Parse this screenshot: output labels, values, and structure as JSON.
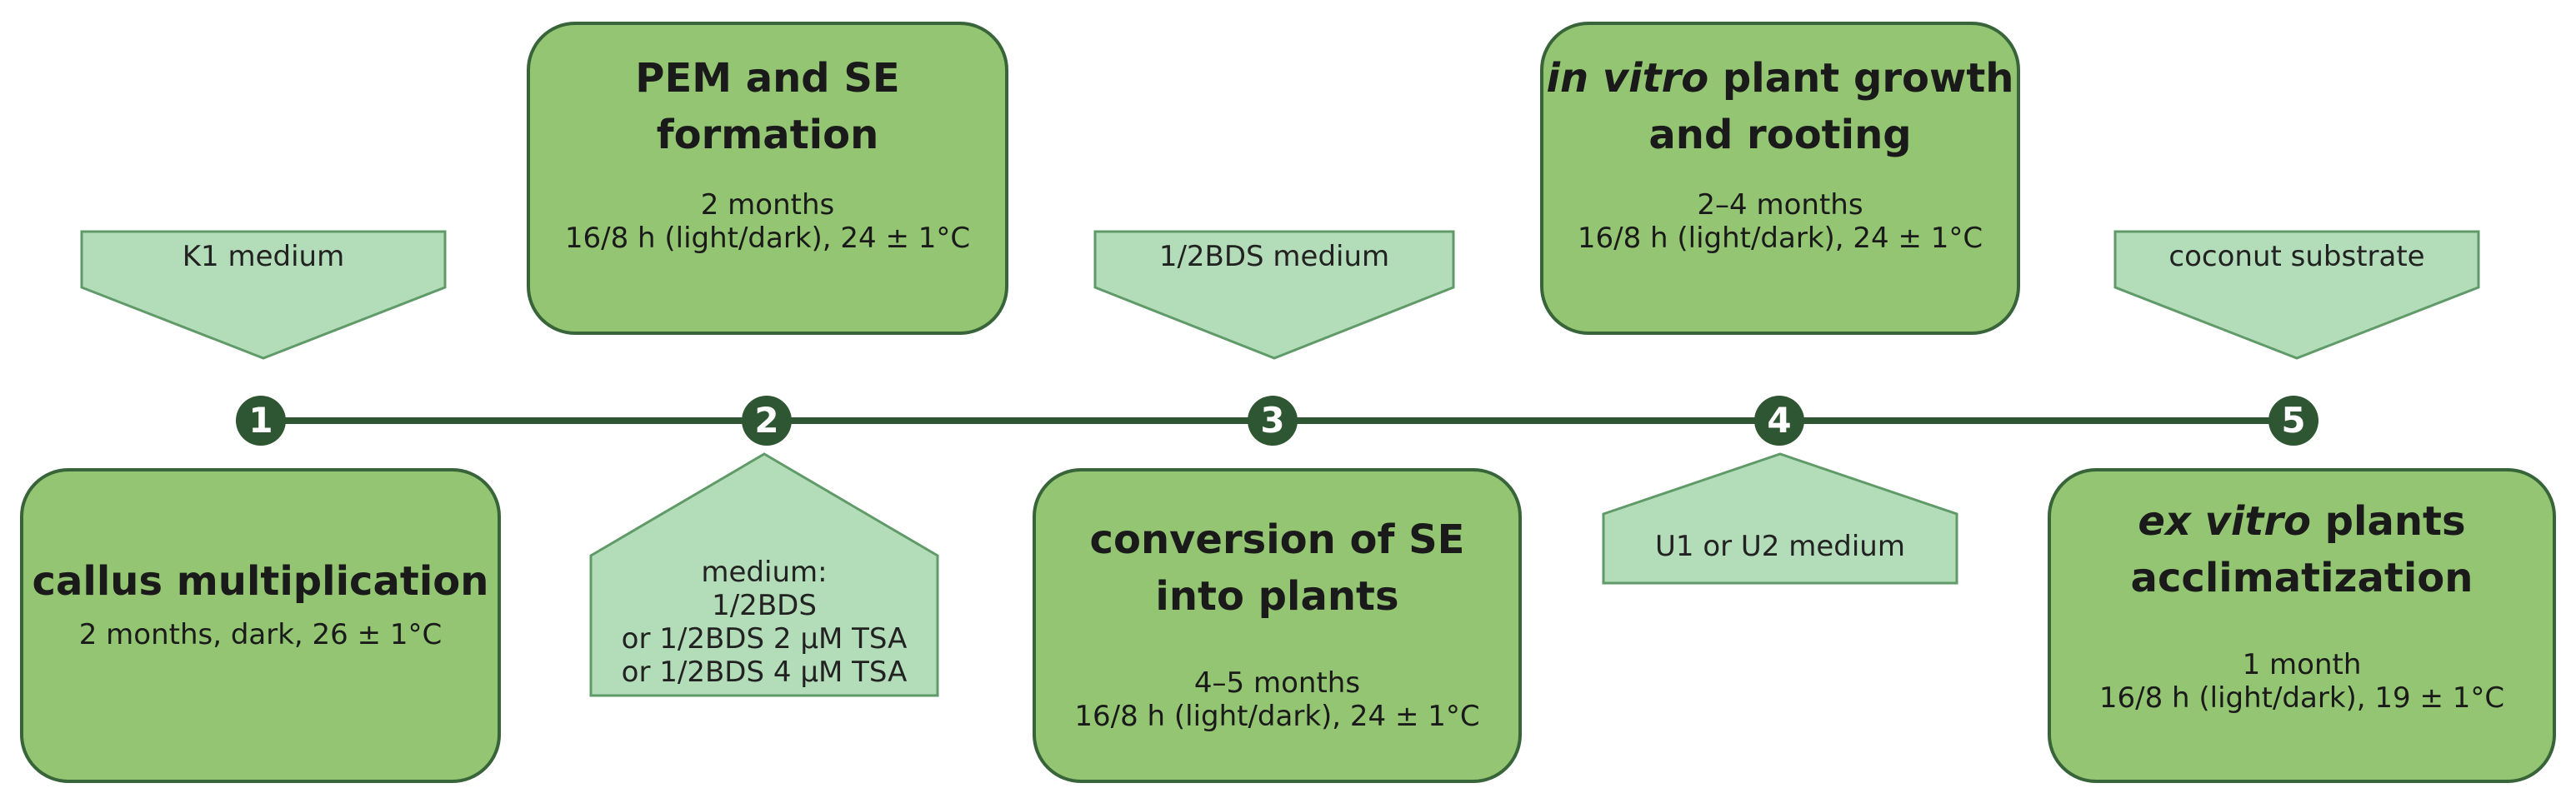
{
  "colors": {
    "stage_fill": "#93c572",
    "stage_border": "#38643a",
    "medium_fill": "#b3ddb8",
    "medium_border": "#5f9a68",
    "timeline": "#2f5632",
    "step_circle": "#2f5632"
  },
  "steps": [
    "1",
    "2",
    "3",
    "4",
    "5"
  ],
  "stages": [
    {
      "title": "callus multiplication",
      "detail": [
        "2 months, dark, 26 ± 1°C"
      ]
    },
    {
      "title_line1": "PEM and SE",
      "title_line2": "formation",
      "detail": [
        "2 months",
        "16/8 h (light/dark), 24 ± 1°C"
      ]
    },
    {
      "title_line1": "conversion of SE",
      "title_line2": "into plants",
      "detail": [
        "4–5 months",
        "16/8 h (light/dark), 24 ± 1°C"
      ]
    },
    {
      "title_italic": "in vitro",
      "title_rest": " plant growth",
      "title_line2": "and rooting",
      "detail": [
        "2–4 months",
        "16/8 h (light/dark), 24 ± 1°C"
      ]
    },
    {
      "title_italic": "ex vitro",
      "title_rest": " plants",
      "title_line2": "acclimatization",
      "detail": [
        "1 month",
        "16/8 h (light/dark), 19 ± 1°C"
      ]
    }
  ],
  "media": [
    {
      "lines": [
        "K1 medium"
      ]
    },
    {
      "lines": [
        "medium:",
        "1/2BDS",
        "or 1/2BDS 2 μM TSA",
        "or 1/2BDS 4 μM TSA"
      ]
    },
    {
      "lines": [
        "1/2BDS medium"
      ]
    },
    {
      "lines": [
        "U1 or U2 medium"
      ]
    },
    {
      "lines": [
        "coconut substrate"
      ]
    }
  ]
}
